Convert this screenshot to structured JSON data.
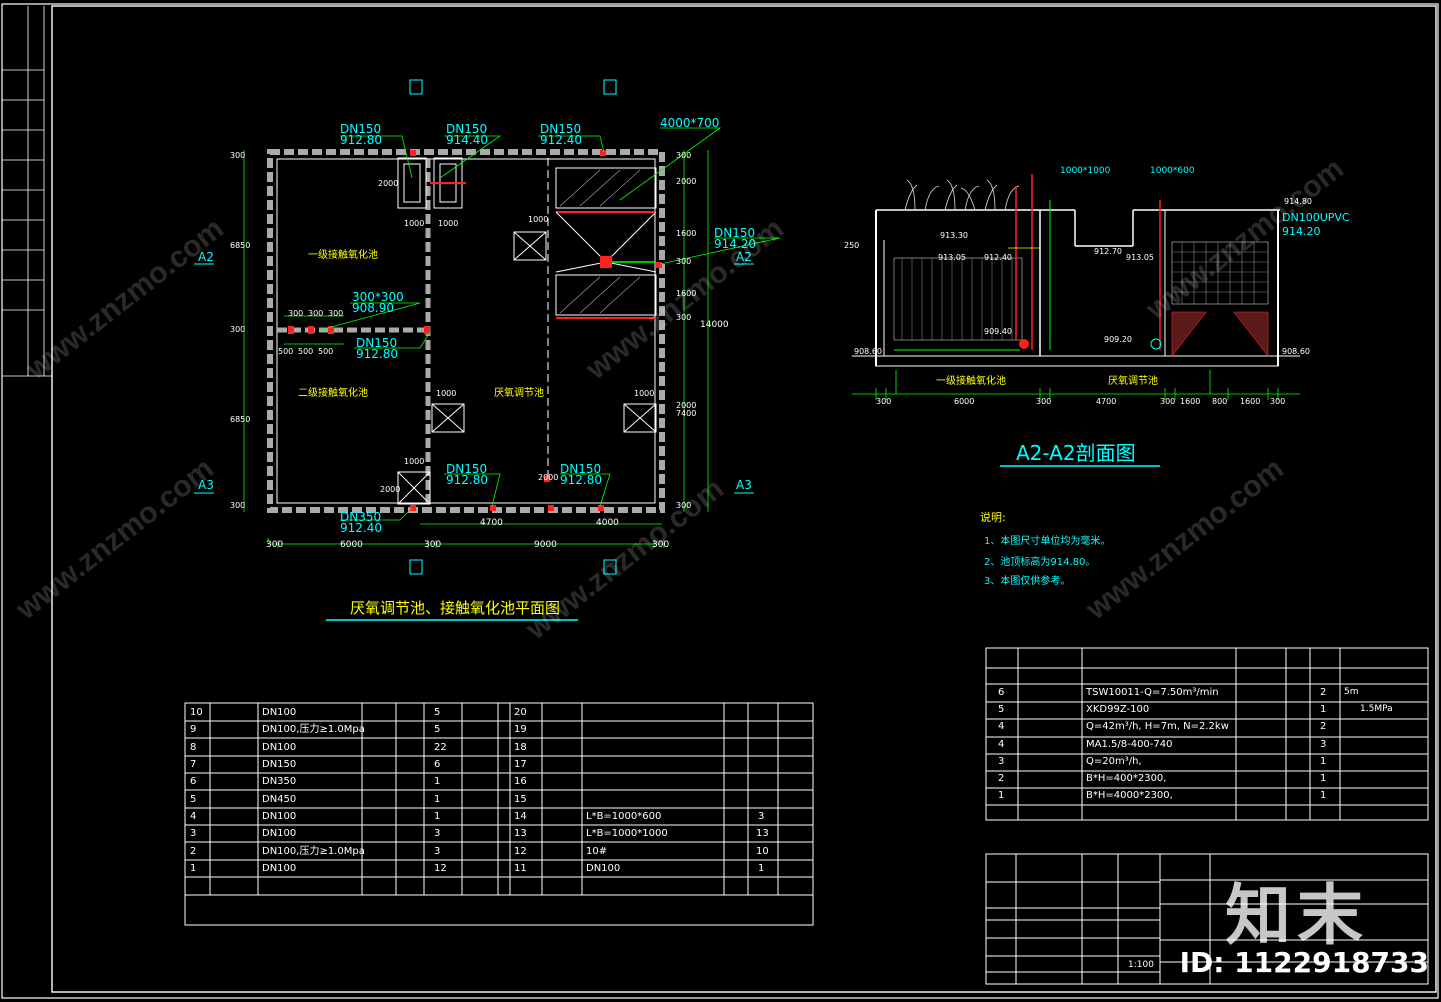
{
  "colors": {
    "frame": "#ffffff",
    "dim": "#00ff00",
    "cyan": "#00ffff",
    "yellow": "#ffff00",
    "red": "#ff2020",
    "magenta": "#ff00ff",
    "gray": "#9a9a9a"
  },
  "plan": {
    "title": "厌氧调节池、接触氧化池平面图",
    "grid_top": [
      "1000",
      "1000",
      "1000"
    ],
    "pipe_labels": [
      {
        "line1": "DN150",
        "line2": "912.80"
      },
      {
        "line1": "DN150",
        "line2": "914.40"
      },
      {
        "line1": "DN150",
        "line2": "912.40"
      },
      {
        "line1": "4000*700"
      },
      {
        "line1": "DN150",
        "line2": "914.20"
      },
      {
        "line1": "300*300",
        "line2": "908.90"
      },
      {
        "line1": "DN150",
        "line2": "912.80"
      },
      {
        "line1": "DN150",
        "line2": "912.80"
      },
      {
        "line1": "DN150",
        "line2": "912.80"
      },
      {
        "line1": "DN350",
        "line2": "912.40"
      }
    ],
    "rooms": [
      "一级接触氧化池",
      "二级接触氧化池",
      "厌氧调节池"
    ],
    "section_marks": [
      "A2",
      "A2",
      "A3",
      "A3"
    ],
    "dims_bottom": [
      "300",
      "6000",
      "300",
      "9000",
      "300"
    ],
    "dims_inner": [
      "4700",
      "4000"
    ],
    "dims_left": [
      "300",
      "6850",
      "300",
      "6850",
      "300"
    ],
    "dims_right": [
      "300",
      "2000",
      "1600",
      "300",
      "1600",
      "300",
      "2000",
      "300"
    ],
    "dims_right_total": "14000",
    "dims_right_sub": "7400",
    "small_dims": [
      "300",
      "300",
      "300",
      "500",
      "500",
      "500"
    ],
    "local_dims": [
      "2000",
      "1000",
      "1000",
      "1000",
      "1000",
      "1000",
      "1000",
      "2000",
      "2000"
    ]
  },
  "section": {
    "title": "A2-A2剖面图",
    "labels": [
      "1000*1000",
      "1000*600",
      "DN100UPVC",
      "914.20",
      "913.30",
      "913.05",
      "912.40",
      "912.70",
      "913.05",
      "914.80",
      "909.40",
      "909.20",
      "908.60",
      "908.60"
    ],
    "room_labels": [
      "一级接触氧化池",
      "厌氧调节池"
    ],
    "dims": [
      "300",
      "6000",
      "300",
      "4700",
      "300",
      "1600",
      "800",
      "1600",
      "300"
    ],
    "left_dim": "250"
  },
  "notes": {
    "heading": "说明:",
    "items": [
      "1、本图尺寸单位均为毫米。",
      "2、池顶标高为914.80。",
      "3、本图仅供参考。"
    ]
  },
  "left_table": {
    "rows_left": [
      {
        "no": "10",
        "spec": "DN100",
        "qty": "5"
      },
      {
        "no": "9",
        "spec": "DN100,压力≥1.0Mpa",
        "qty": "5"
      },
      {
        "no": "8",
        "spec": "DN100",
        "qty": "22"
      },
      {
        "no": "7",
        "spec": "DN150",
        "qty": "6"
      },
      {
        "no": "6",
        "spec": "DN350",
        "qty": "1"
      },
      {
        "no": "5",
        "spec": "DN450",
        "qty": "1"
      },
      {
        "no": "4",
        "spec": "DN100",
        "qty": "1"
      },
      {
        "no": "3",
        "spec": "DN100",
        "qty": "3"
      },
      {
        "no": "2",
        "spec": "DN100,压力≥1.0Mpa",
        "qty": "3"
      },
      {
        "no": "1",
        "spec": "DN100",
        "qty": "12"
      }
    ],
    "rows_right": [
      {
        "no": "20",
        "spec": "",
        "qty": ""
      },
      {
        "no": "19",
        "spec": "",
        "qty": ""
      },
      {
        "no": "18",
        "spec": "",
        "qty": ""
      },
      {
        "no": "17",
        "spec": "",
        "qty": ""
      },
      {
        "no": "16",
        "spec": "",
        "qty": ""
      },
      {
        "no": "15",
        "spec": "",
        "qty": ""
      },
      {
        "no": "14",
        "spec": "L*B=1000*600",
        "qty": "3"
      },
      {
        "no": "13",
        "spec": "L*B=1000*1000",
        "qty": "13"
      },
      {
        "no": "12",
        "spec": "10#",
        "qty": "10"
      },
      {
        "no": "11",
        "spec": "DN100",
        "qty": "1"
      }
    ]
  },
  "right_table": {
    "rows": [
      {
        "no": "6",
        "spec": "TSW10011-Q=7.50m³/min",
        "qty": "2",
        "note": "5m"
      },
      {
        "no": "5",
        "spec": "XKD99Z-100",
        "qty": "1",
        "note": "1.5MPa"
      },
      {
        "no": "4",
        "spec": "Q=42m³/h,  H=7m,  N=2.2kw",
        "qty": "2",
        "note": ""
      },
      {
        "no": "4",
        "spec": "MA1.5/8-400-740",
        "qty": "3",
        "note": ""
      },
      {
        "no": "3",
        "spec": "Q=20m³/h,",
        "qty": "1",
        "note": ""
      },
      {
        "no": "2",
        "spec": "B*H=400*2300,",
        "qty": "1",
        "note": ""
      },
      {
        "no": "1",
        "spec": "B*H=4000*2300,",
        "qty": "1",
        "note": ""
      }
    ]
  },
  "title_block": {
    "scale": "1:100"
  },
  "watermark": {
    "site": "www.znzmo.com",
    "brand": "知末",
    "id": "ID: 1122918733"
  }
}
